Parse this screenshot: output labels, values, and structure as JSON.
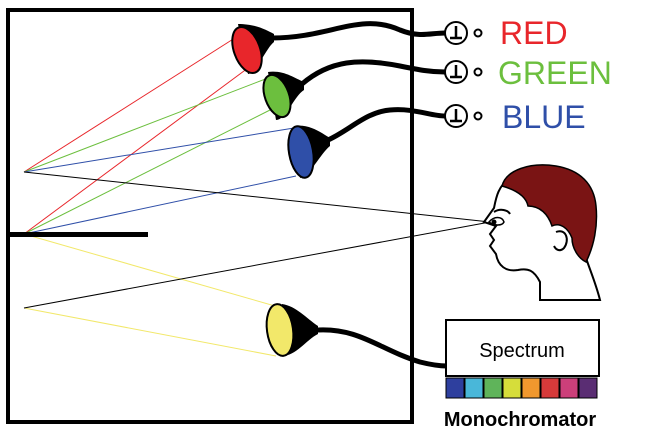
{
  "labels": {
    "red": "RED",
    "green": "GREEN",
    "blue": "BLUE",
    "spectrum": "Spectrum",
    "monochromator": "Monochromator"
  },
  "colors": {
    "red": "#e8262b",
    "green": "#6cbf3e",
    "blue": "#2f4fa8",
    "yellow": "#f2e86a",
    "hair": "#7a1414",
    "line": "#000000"
  },
  "icons": {
    "knob": "dial-knob-icon",
    "eye": "eye-icon"
  },
  "spectrum_swatches": [
    "#2e3f9e",
    "#49b7d9",
    "#5fb45a",
    "#d6dd3a",
    "#f1982e",
    "#d63a3a",
    "#cc3f7a",
    "#5a2d73"
  ]
}
